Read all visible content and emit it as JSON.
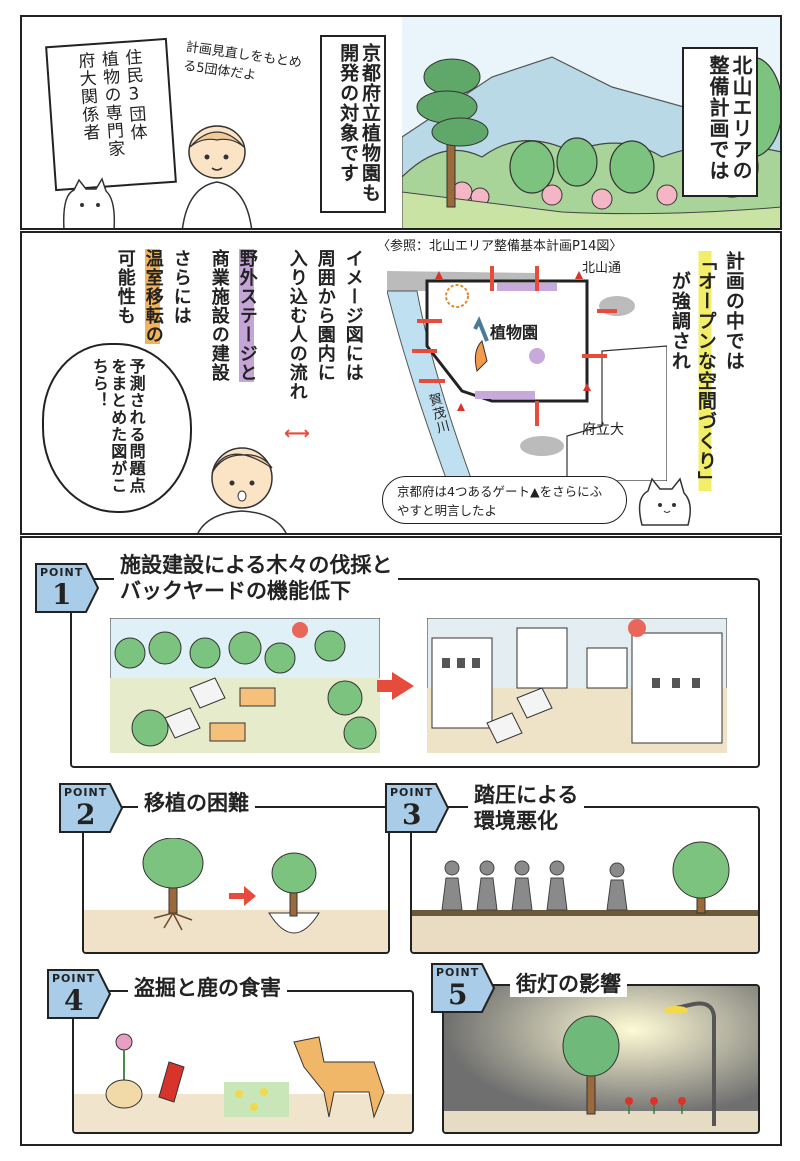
{
  "panel1": {
    "narration_right": "北山エリアの整備計画では",
    "narration_center": "京都府立植物園も開発の対象です",
    "sign_lines": [
      "住民3団体",
      "植物の専門家",
      "府大関係者"
    ],
    "speech": "計画見直しをもとめる5団体だよ"
  },
  "panel2": {
    "reference": "〈参照：北山エリア整備基本計画P14図〉",
    "narration_right": [
      "計画の中では",
      "「オープンな空間づくり」",
      "が強調され"
    ],
    "map": {
      "road_label": "北山通",
      "garden_label": "植物園",
      "univ_label": "府立大",
      "river_label": "賀茂川"
    },
    "cols": [
      "イメージ図には",
      "周囲から園内に",
      "入り込む人の流れ",
      "野外ステージと",
      "商業施設の建設",
      "さらには",
      "温室移転の",
      "可能性も"
    ],
    "bubble": "予測される問題点をまとめた図がこちら！",
    "cat_speech": "京都府は4つあるゲート▲をさらにふやすと明言したよ"
  },
  "points": [
    {
      "label": "POINT",
      "num": "1",
      "title_line1": "施設建設による木々の伐採と",
      "title_line2": "バックヤードの機能低下"
    },
    {
      "label": "POINT",
      "num": "2",
      "title": "移植の困難"
    },
    {
      "label": "POINT",
      "num": "3",
      "title_line1": "踏圧による",
      "title_line2": "環境悪化"
    },
    {
      "label": "POINT",
      "num": "4",
      "title": "盗掘と鹿の食害"
    },
    {
      "label": "POINT",
      "num": "5",
      "title": "街灯の影響"
    }
  ],
  "colors": {
    "point_tag": "#a9cde8",
    "gate": "#d9342b",
    "arrow": "#e64b3c",
    "tree": "#6fb97a",
    "sky": "#d6ebf5"
  }
}
